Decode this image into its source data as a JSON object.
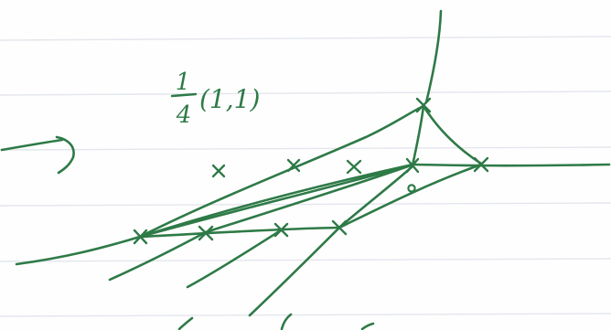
{
  "sheet": {
    "paper_color": "#fefefe",
    "rule_color": "#e3e6ec",
    "ink_color": "#2e7a47"
  },
  "annotation": {
    "coefficient": "1/4",
    "numerator": "1",
    "denominator": "4",
    "tuple": "(1,1)"
  }
}
